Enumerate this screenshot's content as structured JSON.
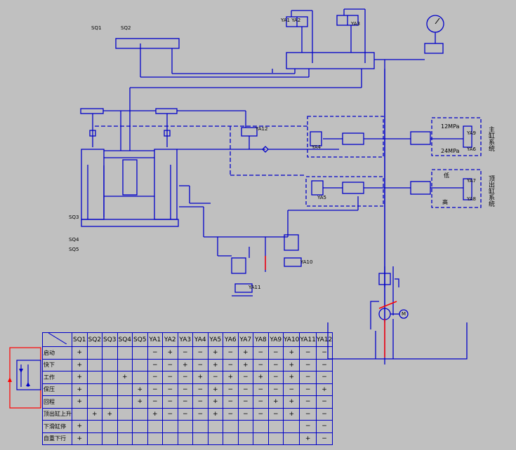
{
  "labels": {
    "sq1_top": "SQ1",
    "sq2_top": "SQ2",
    "sq3": "SQ3",
    "sq4": "SQ4",
    "sq5": "SQ5",
    "ya1_2": "YA1 YA2",
    "ya3": "YA3",
    "ya4": "YA4",
    "ya5": "YA5",
    "ya6": "YA6",
    "ya7": "YA7",
    "ya8": "YA8",
    "ya9": "YA9",
    "ya10": "YA10",
    "ya11": "YA11",
    "ya12": "YA12",
    "pressure_high": "12MPa",
    "pressure_low": "24MPa",
    "side_top": "主缸系统",
    "side_bottom": "顶出缸系统",
    "low_a": "低",
    "low_b": "高",
    "motor": "M"
  },
  "table": {
    "columns": [
      "SQ1",
      "SQ2",
      "SQ3",
      "SQ4",
      "SQ5",
      "YA1",
      "YA2",
      "YA3",
      "YA4",
      "YA5",
      "YA6",
      "YA7",
      "YA8",
      "YA9",
      "YA10",
      "YA11",
      "YA12"
    ],
    "rows": [
      {
        "name": "启动",
        "cells": [
          "+",
          "",
          "",
          "",
          "",
          "−",
          "+",
          "−",
          "−",
          "+",
          "−",
          "+",
          "−",
          "−",
          "+",
          "−",
          "−"
        ]
      },
      {
        "name": "快下",
        "cells": [
          "+",
          "",
          "",
          "",
          "",
          "−",
          "−",
          "+",
          "−",
          "+",
          "−",
          "+",
          "−",
          "−",
          "+",
          "−",
          "−"
        ]
      },
      {
        "name": "工作",
        "cells": [
          "+",
          "",
          "",
          "+",
          "",
          "−",
          "−",
          "−",
          "+",
          "−",
          "+",
          "−",
          "+",
          "−",
          "+",
          "−",
          "−"
        ]
      },
      {
        "name": "保压",
        "cells": [
          "+",
          "",
          "",
          "",
          "+",
          "−",
          "−",
          "−",
          "−",
          "+",
          "−",
          "−",
          "−",
          "−",
          "−",
          "−",
          "+"
        ]
      },
      {
        "name": "回程",
        "cells": [
          "+",
          "",
          "",
          "",
          "+",
          "−",
          "−",
          "−",
          "−",
          "+",
          "−",
          "−",
          "−",
          "+",
          "+",
          "−",
          "−"
        ]
      },
      {
        "name": "顶出缸上升",
        "cells": [
          "",
          "+",
          "+",
          "",
          "",
          "+",
          "−",
          "−",
          "−",
          "+",
          "−",
          "−",
          "−",
          "−",
          "+",
          "−",
          "−"
        ]
      },
      {
        "name": "下滑缸停",
        "cells": [
          "+",
          "",
          "",
          "",
          "",
          "",
          "",
          "",
          "",
          "",
          "",
          "",
          "",
          "",
          "",
          "−",
          "−"
        ]
      },
      {
        "name": "自重下行",
        "cells": [
          "+",
          "",
          "",
          "",
          "",
          "",
          "",
          "",
          "",
          "",
          "",
          "",
          "",
          "",
          "",
          "+",
          "−"
        ]
      }
    ]
  }
}
